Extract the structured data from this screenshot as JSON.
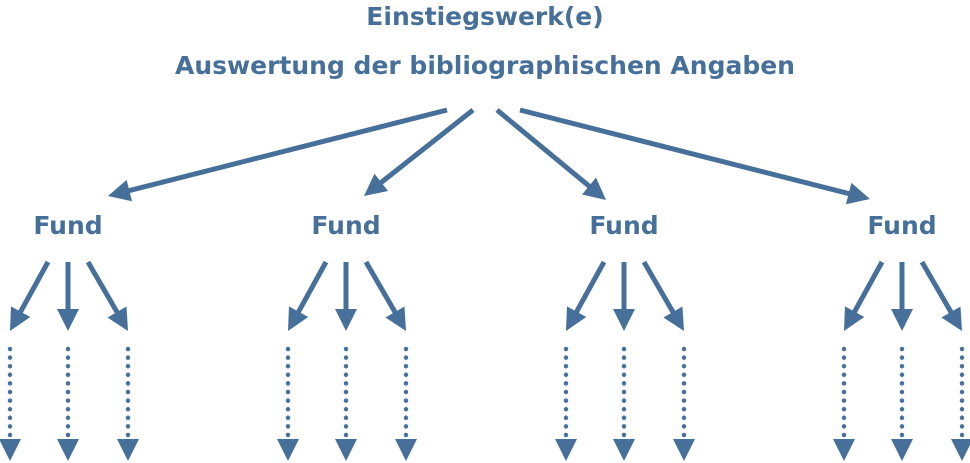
{
  "header": {
    "title": "Einstiegswerk(e)",
    "subtitle": "Auswertung der bibliographischen Angaben"
  },
  "nodes": [
    {
      "label": "Fund"
    },
    {
      "label": "Fund"
    },
    {
      "label": "Fund"
    },
    {
      "label": "Fund"
    }
  ],
  "colors": {
    "primary": "#46709a"
  }
}
